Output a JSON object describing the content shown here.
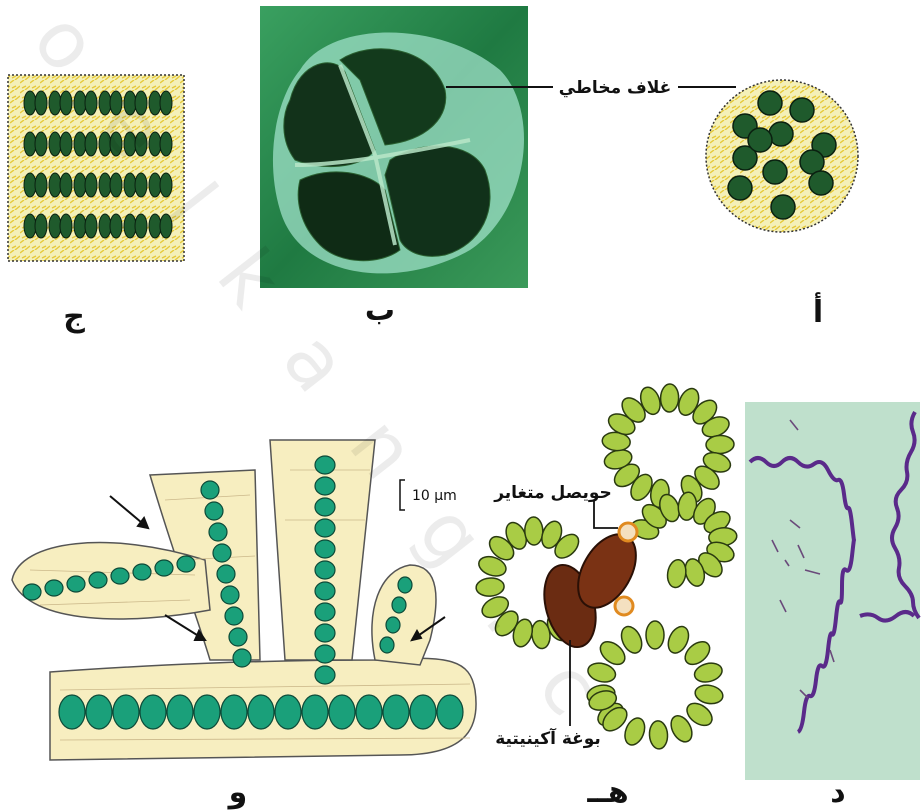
{
  "figure": {
    "panels": [
      {
        "id": "a",
        "letter": "أ"
      },
      {
        "id": "b",
        "letter": "ب"
      },
      {
        "id": "c",
        "letter": "ج"
      },
      {
        "id": "d",
        "letter": "د"
      },
      {
        "id": "e",
        "letter": "هــ"
      },
      {
        "id": "f",
        "letter": "و"
      }
    ],
    "annotations": {
      "sheath": "غلاف مخاطي",
      "heterocyst": "حويصل متغاير",
      "akinete": "بوغة آكينيتية",
      "scale": "10 µm"
    },
    "watermark": "o e l k a n g . c",
    "colors": {
      "cell": "#1f5a2c",
      "mucilage": "#f2df6a",
      "filament_cell": "#a9cc45",
      "akinete": "#6b2c12",
      "heterocyst": "#e8a040",
      "teal_cell": "#1aa07a",
      "stain_bg": "#bfe0cc",
      "spirochete": "#5a2a8a"
    }
  }
}
